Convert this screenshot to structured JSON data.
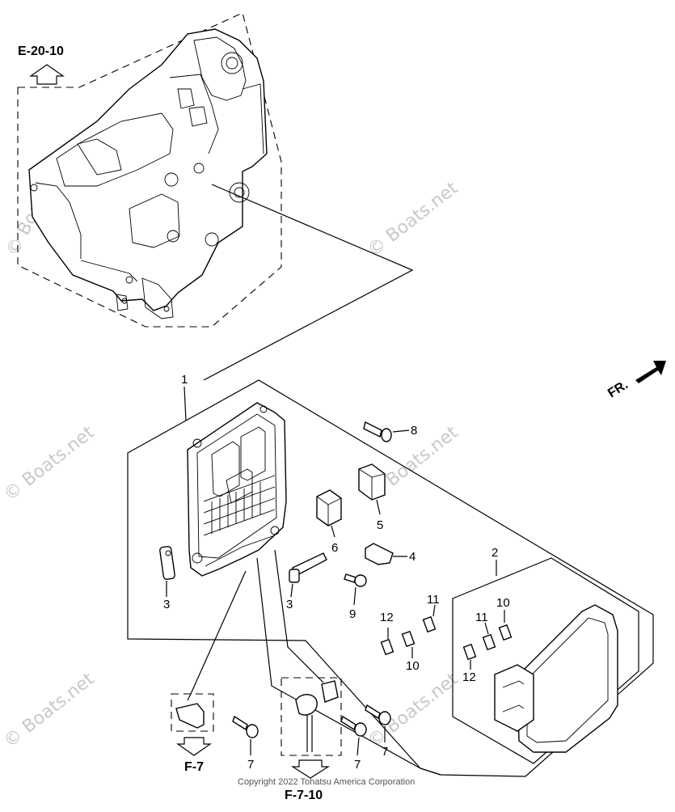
{
  "refs": {
    "e2010": "E-20-10",
    "f7": "F-7",
    "f710": "F-7-10",
    "front": "FR."
  },
  "watermark": "© Boats.net",
  "copyright": "Copyright 2022 Tohatsu America Corporation",
  "callouts": {
    "c1": "1",
    "c2": "2",
    "c3a": "3",
    "c3b": "3",
    "c4": "4",
    "c5": "5",
    "c6": "6",
    "c7a": "7",
    "c7b": "7",
    "c7c": "7",
    "c8": "8",
    "c9": "9",
    "c10a": "10",
    "c10b": "10",
    "c11a": "11",
    "c11b": "11",
    "c12a": "12",
    "c12b": "12"
  }
}
